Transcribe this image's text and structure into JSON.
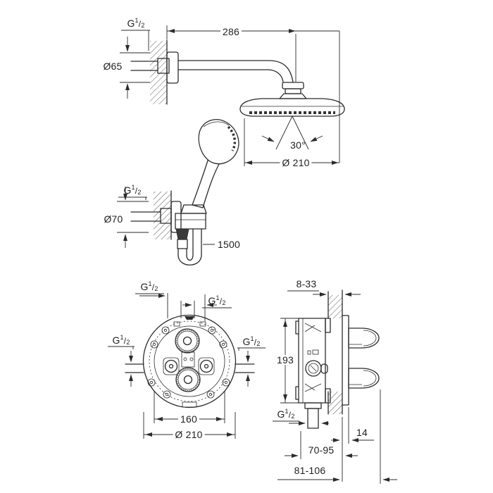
{
  "drawing_title": "Shower system installation dimension drawing",
  "colors": {
    "line": "#2b2b2b",
    "background": "#ffffff",
    "dark_fill": "#3a3a3a"
  },
  "thread_label": {
    "g": "G",
    "sup": "1",
    "slash": "/",
    "sub": "2"
  },
  "top_view": {
    "projection": "286",
    "flange_dia": "Ø65",
    "spray_angle": "30°",
    "head_dia": "Ø 210"
  },
  "hand_shower": {
    "flange_dia": "Ø70",
    "hose_length": "1500"
  },
  "front_view": {
    "port_spacing": "160",
    "plate_dia": "Ø 210"
  },
  "side_view": {
    "wall_thickness_range": "8-33",
    "body_height": "193",
    "plate_offset": "14",
    "rough_in_depth_range": "70-95",
    "total_depth_range": "81-106"
  }
}
